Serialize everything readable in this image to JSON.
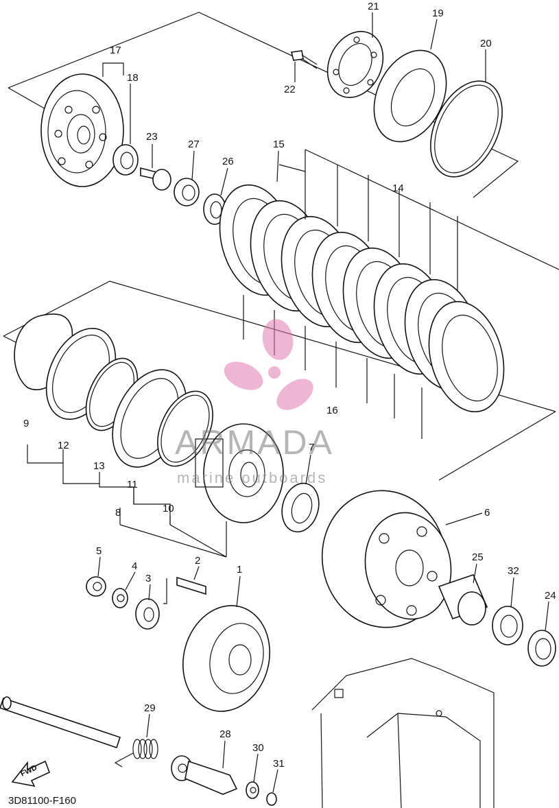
{
  "diagram": {
    "drawing_code": "3D81100-F160",
    "fwd_label": "FWD",
    "watermark": {
      "brand": "ARMADA",
      "tagline": "marine outboards",
      "logo_color": "#e07ab0"
    },
    "part_numbers": [
      {
        "id": "p1",
        "label": "1"
      },
      {
        "id": "p2",
        "label": "2"
      },
      {
        "id": "p3",
        "label": "3"
      },
      {
        "id": "p4",
        "label": "4"
      },
      {
        "id": "p5",
        "label": "5"
      },
      {
        "id": "p6",
        "label": "6"
      },
      {
        "id": "p7",
        "label": "7"
      },
      {
        "id": "p8",
        "label": "8"
      },
      {
        "id": "p9",
        "label": "9"
      },
      {
        "id": "p10",
        "label": "10"
      },
      {
        "id": "p11",
        "label": "11"
      },
      {
        "id": "p12",
        "label": "12"
      },
      {
        "id": "p13",
        "label": "13"
      },
      {
        "id": "p14",
        "label": "14"
      },
      {
        "id": "p15",
        "label": "15"
      },
      {
        "id": "p16",
        "label": "16"
      },
      {
        "id": "p17",
        "label": "17"
      },
      {
        "id": "p18",
        "label": "18"
      },
      {
        "id": "p19",
        "label": "19"
      },
      {
        "id": "p20",
        "label": "20"
      },
      {
        "id": "p21",
        "label": "21"
      },
      {
        "id": "p22",
        "label": "22"
      },
      {
        "id": "p23",
        "label": "23"
      },
      {
        "id": "p24",
        "label": "24"
      },
      {
        "id": "p25",
        "label": "25"
      },
      {
        "id": "p26",
        "label": "26"
      },
      {
        "id": "p27",
        "label": "27"
      },
      {
        "id": "p28",
        "label": "28"
      },
      {
        "id": "p29",
        "label": "29"
      },
      {
        "id": "p30",
        "label": "30"
      },
      {
        "id": "p31",
        "label": "31"
      },
      {
        "id": "p32",
        "label": "32"
      }
    ]
  }
}
